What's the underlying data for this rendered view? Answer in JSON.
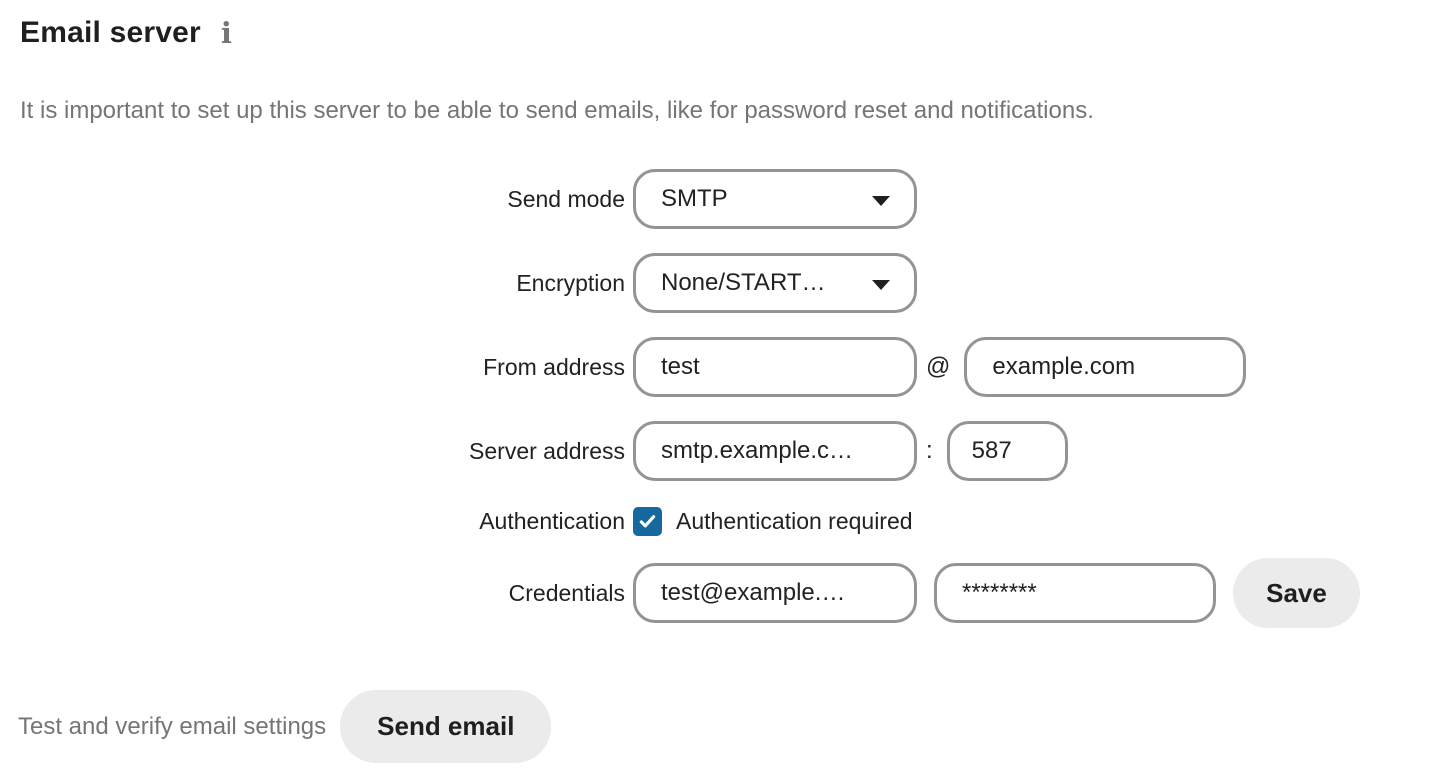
{
  "header": {
    "title": "Email server",
    "info_icon": "i"
  },
  "description": "It is important to set up this server to be able to send emails, like for password reset and notifications.",
  "form": {
    "send_mode": {
      "label": "Send mode",
      "value": "SMTP"
    },
    "encryption": {
      "label": "Encryption",
      "value": "None/START…"
    },
    "from_address": {
      "label": "From address",
      "local_part": "test",
      "separator": "@",
      "domain": "example.com"
    },
    "server_address": {
      "label": "Server address",
      "host": "smtp.example.c…",
      "separator": ":",
      "port": "587"
    },
    "authentication": {
      "label": "Authentication",
      "checkbox_label": "Authentication required",
      "checked": true
    },
    "credentials": {
      "label": "Credentials",
      "username": "test@example.…",
      "password_masked": "********"
    },
    "save_label": "Save"
  },
  "test_section": {
    "label": "Test and verify email settings",
    "button_label": "Send email"
  },
  "icons": {
    "info": "info-icon",
    "dropdown": "chevron-down-icon",
    "check": "checkmark-icon"
  },
  "colors": {
    "accent_checkbox": "#15699e",
    "field_border": "#949494",
    "text": "#222222",
    "muted_text": "#757575",
    "button_background": "#ebebeb",
    "background": "#ffffff"
  }
}
